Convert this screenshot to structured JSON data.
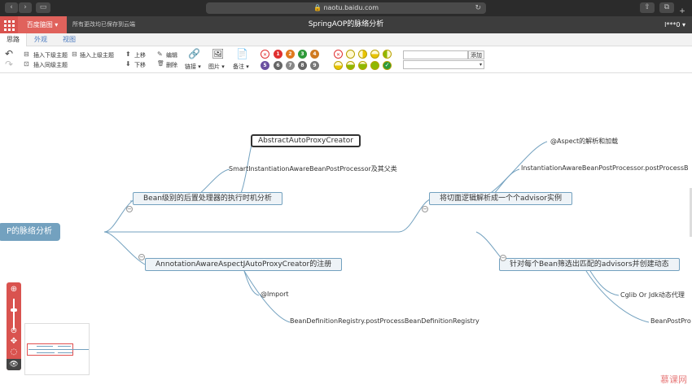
{
  "browser": {
    "url": "naotu.baidu.com"
  },
  "app": {
    "brand": "百度脑图 ▾",
    "save_status": "所有更改均已保存到云端",
    "title": "SpringAOP的脉络分析",
    "user": "l***0 ▾"
  },
  "tabs": [
    {
      "label": "思路"
    },
    {
      "label": "外观"
    },
    {
      "label": "视图"
    }
  ],
  "toolbar": {
    "insert_child": "插入下级主题",
    "insert_parent": "插入上级主题",
    "insert_sibling": "插入同级主题",
    "move_up": "上移",
    "move_down": "下移",
    "edit": "编辑",
    "delete": "删除",
    "link": "链接 ▾",
    "image": "图片 ▾",
    "note": "备注 ▾",
    "priorities": [
      "1",
      "2",
      "3",
      "4",
      "5",
      "6",
      "7",
      "8",
      "9"
    ],
    "add_button": "添加",
    "select_arrow": "▾"
  },
  "colors": {
    "accent": "#d9534f",
    "root_fill": "#73a1bf",
    "edge": "#73a1bf",
    "priority_colors": [
      "#e03030",
      "#e07a1f",
      "#2e9a3a",
      "#2f7fd0",
      "#d07a20",
      "#6a4fa0",
      "#666666",
      "#888888",
      "#666666"
    ]
  },
  "mindmap": {
    "root": "P的脉络分析",
    "n1": "Bean级别的后置处理器的执行时机分析",
    "n1a": "AbstractAutoProxyCreator",
    "n1b": "SmartInstantiationAwareBeanPostProcessor及其父类",
    "n2": "AnnotationAwareAspectJAutoProxyCreator的注册",
    "n2a": "@Import",
    "n2b": "BeanDefinitionRegistry.postProcessBeanDefinitionRegistry",
    "n3": "将切面逻辑解析成一个个advisor实例",
    "n3a": "@Aspect的解析和加载",
    "n3b": "InstantiationAwareBeanPostProcessor.postProcessB",
    "n4": "针对每个Bean筛选出匹配的advisors并创建动态",
    "n4a": "Cglib Or Jdk动态代理",
    "n4b": "BeanPostPro"
  },
  "icons": {
    "back": "‹",
    "forward": "›",
    "sidebar": "▭",
    "reload": "↻",
    "share": "⇧",
    "tabs": "⧉",
    "newtab": "+",
    "undo": "↶",
    "redo": "↷",
    "up": "⬆",
    "down": "⬇",
    "edit": "✎",
    "trash": "🗑",
    "zoom_in": "⊕",
    "zoom_out": "⊖",
    "move": "✥",
    "fit": "◌",
    "eye": "👁",
    "watermark": "慕课网"
  }
}
